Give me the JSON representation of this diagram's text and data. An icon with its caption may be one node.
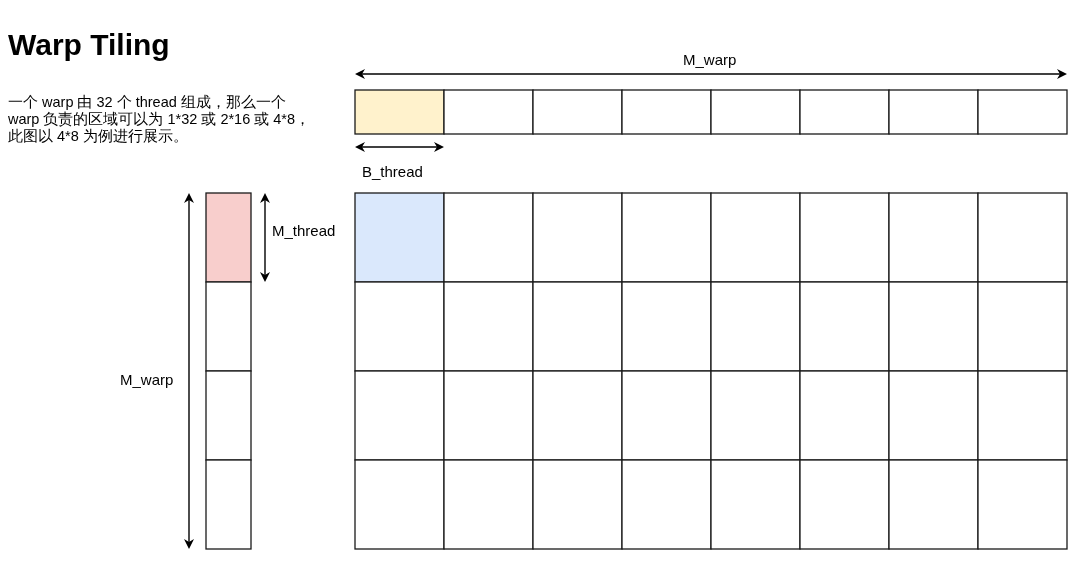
{
  "diagram": {
    "title": "Warp Tiling",
    "labels": [
      "一个 warp 由 32 个 thread 组成，那么一个 warp 负责的区域可以为 1*32 或 2*16 或 4*8，此图以 4*8 为例进行展示。",
      "M_warp",
      "B_thread",
      "M_thread",
      "M_warp"
    ]
  }
}
